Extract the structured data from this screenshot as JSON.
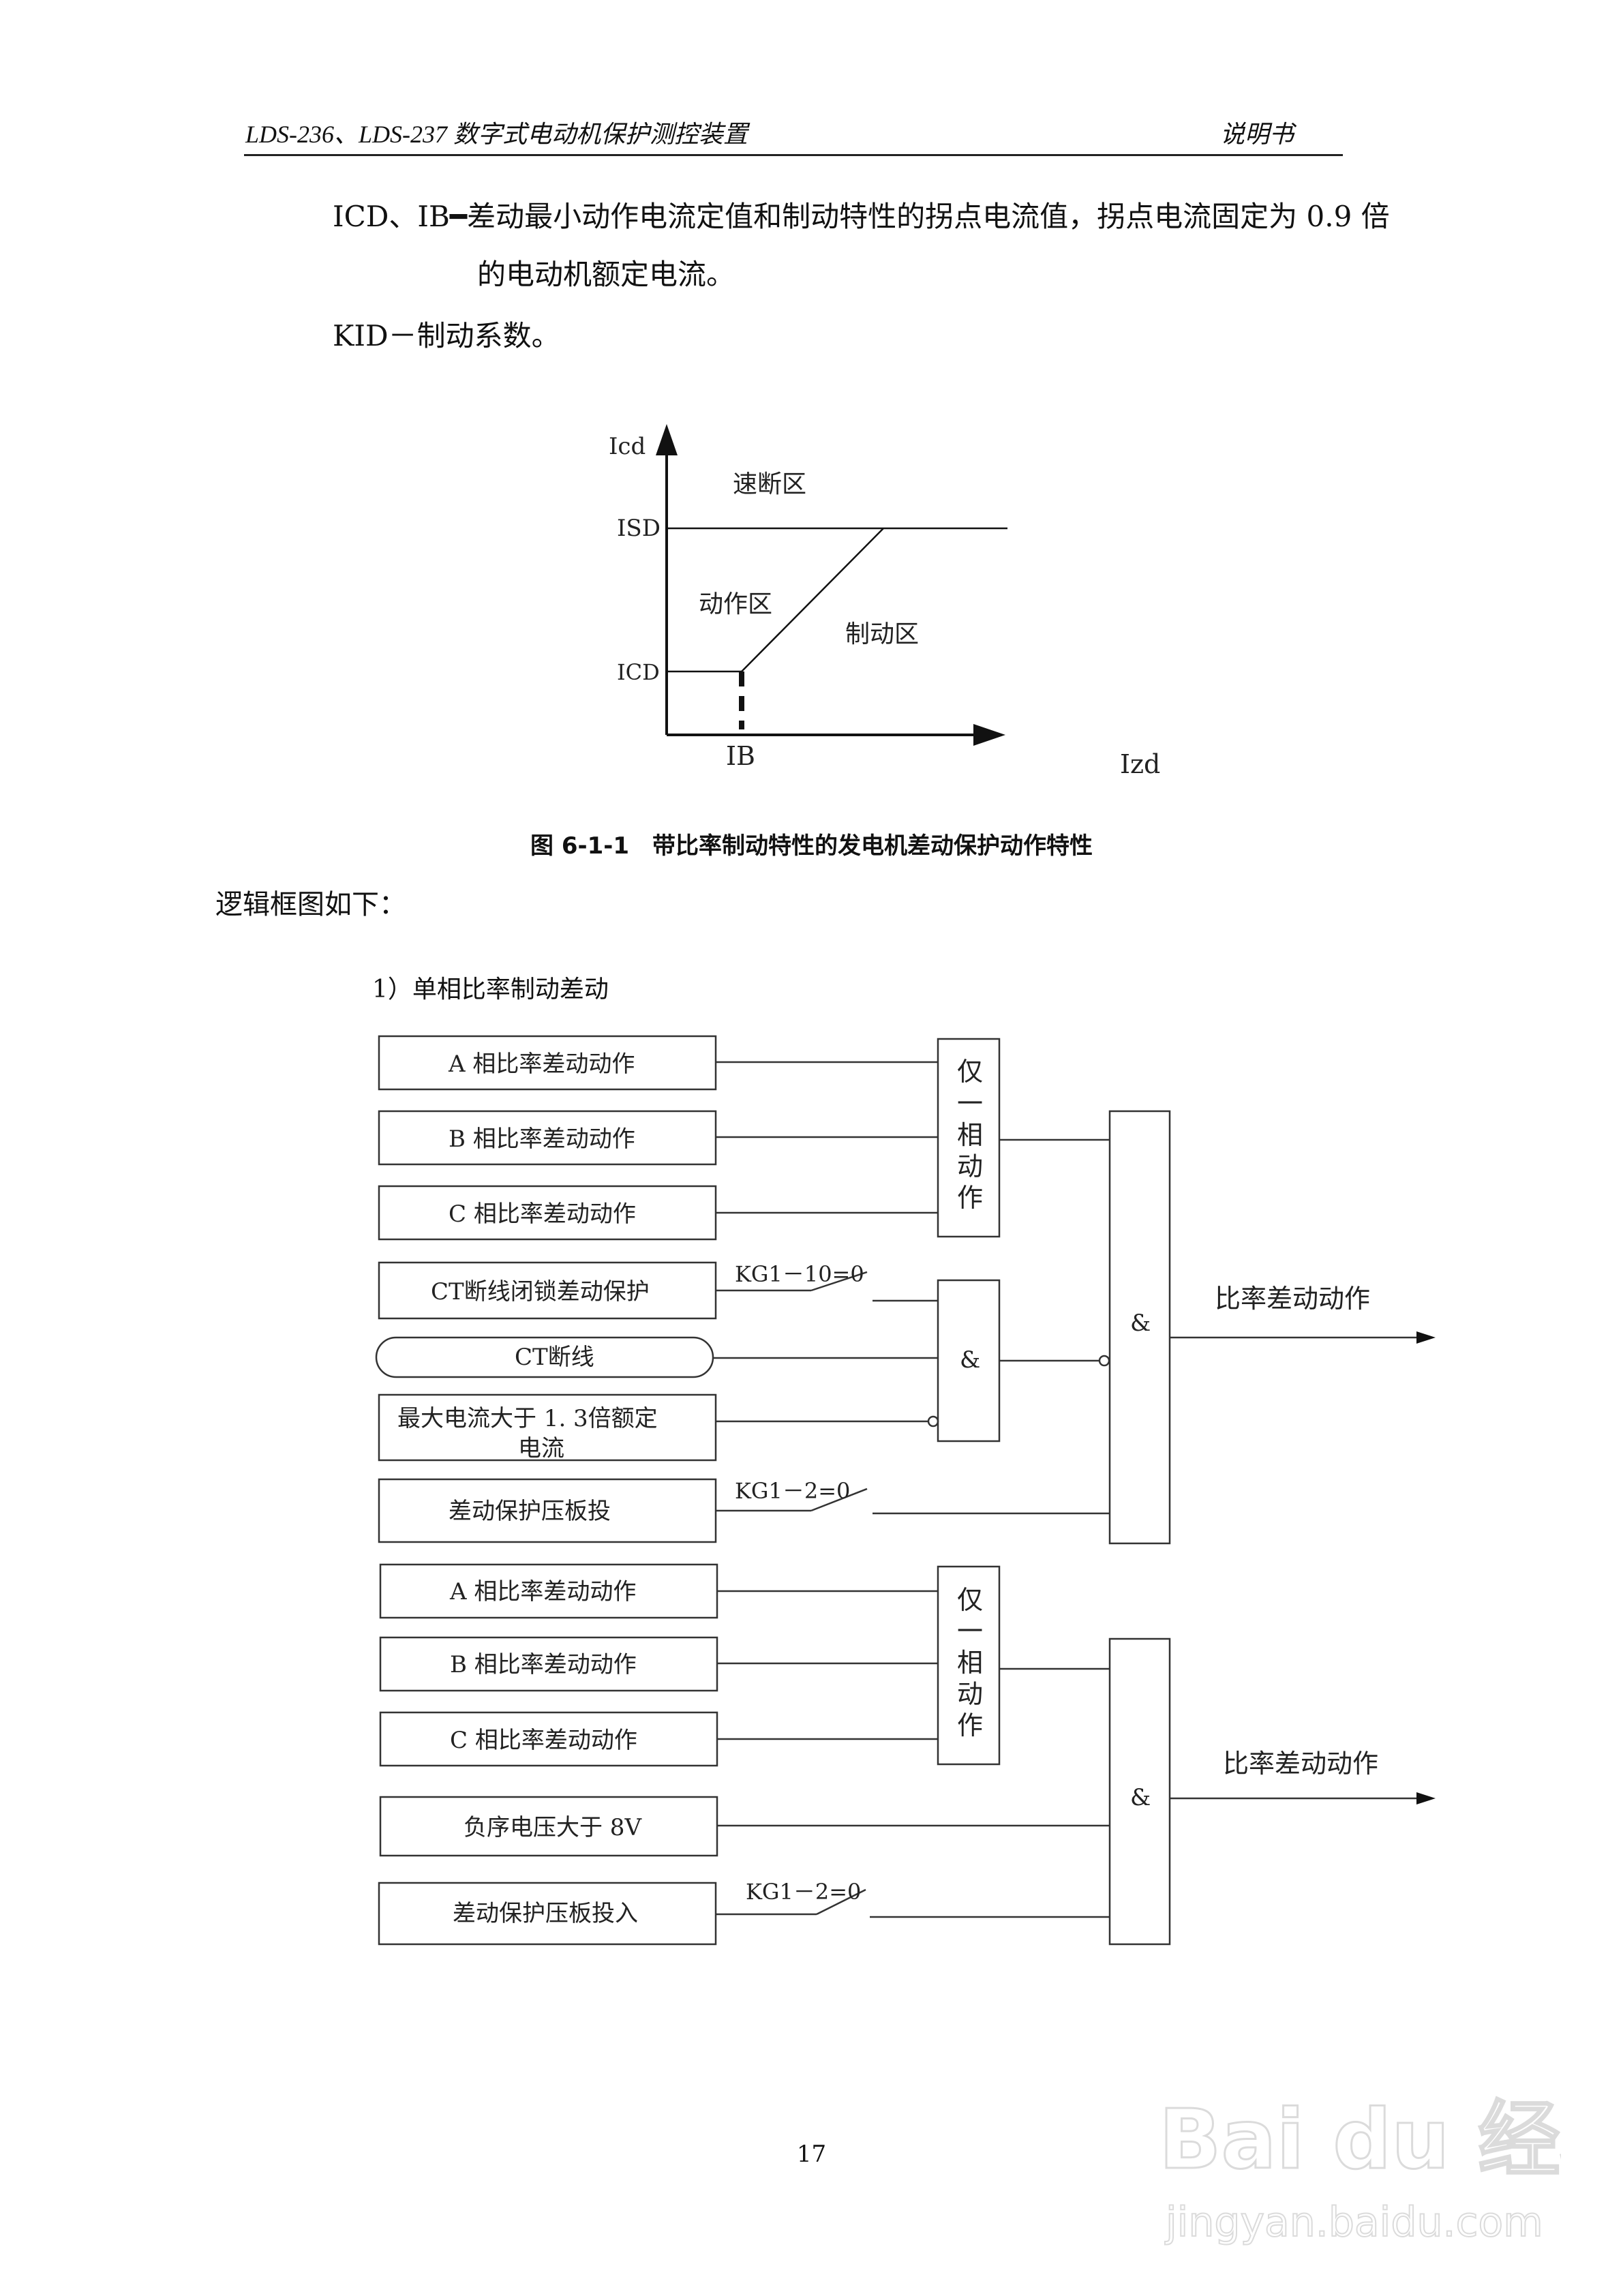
{
  "header": {
    "title": "LDS-236、LDS-237 数字式电动机保护测控装置",
    "right": "说明书"
  },
  "definitions": {
    "line1": "ICD、IB━差动最小动作电流定值和制动特性的拐点电流值，拐点电流固定为 0.9 倍",
    "line2": "的电动机额定电流。",
    "line3": "KID－制动系数。"
  },
  "chart": {
    "y_axis_label": "Icd",
    "x_axis_label": "Izd",
    "isd_label": "ISD",
    "icd_label": "ICD",
    "ib_label": "IB",
    "zone_quick_break": "速断区",
    "zone_operate": "动作区",
    "zone_restraint": "制动区"
  },
  "figure_caption": "图 6-1-1　带比率制动特性的发电机差动保护动作特性",
  "intro": "逻辑框图如下：",
  "section_title": "1）单相比率制动差动",
  "logic1": {
    "input_a": "A  相比率差动动作",
    "input_b": "B  相比率差动动作",
    "input_c": "C  相比率差动动作",
    "ct_block": "CT断线闭锁差动保护",
    "ct_break": "CT断线",
    "max_current_1": "最大电流大于 1. 3倍额定",
    "max_current_2": "电流",
    "plate": "差动保护压板投",
    "switch_1": "KG1－10=0",
    "switch_2": "KG1－2=0",
    "only_one": "仅一相动作",
    "and_gate": "&",
    "and_gate_main": "&",
    "output": "比率差动动作"
  },
  "logic2": {
    "input_a": "A  相比率差动动作",
    "input_b": "B  相比率差动动作",
    "input_c": "C  相比率差动动作",
    "neg_seq": "负序电压大于 8V",
    "plate": "差动保护压板投入",
    "switch": "KG1－2=0",
    "only_one": "仅一相动作",
    "and_gate": "&",
    "output": "比率差动动作"
  },
  "page_number": "17",
  "watermark": {
    "brand": "Bai du 经验",
    "url": "jingyan.baidu.com"
  }
}
